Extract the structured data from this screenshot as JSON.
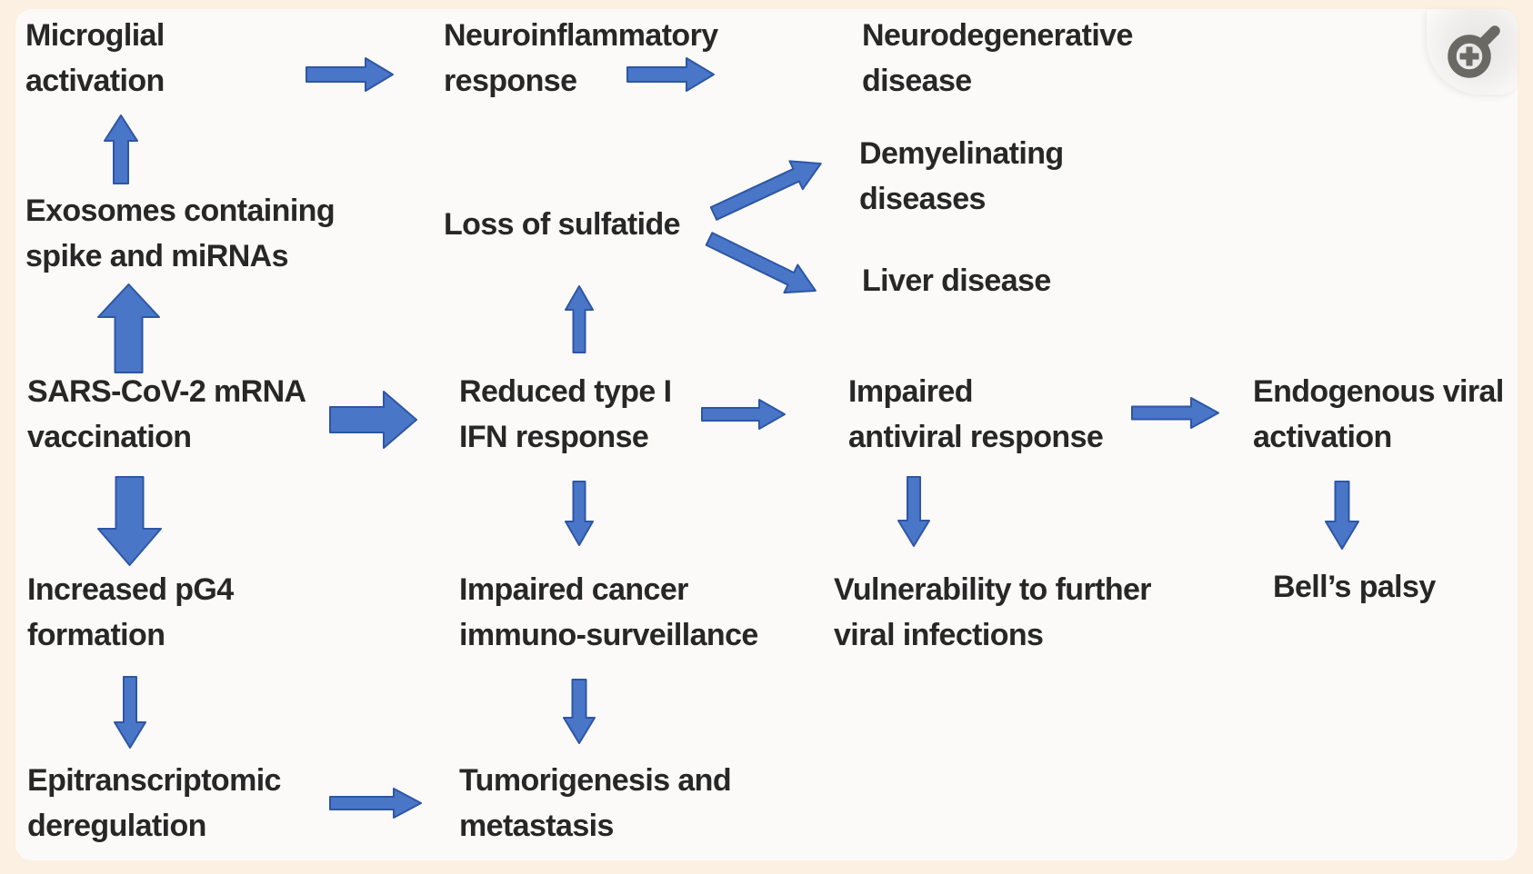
{
  "figure": {
    "background_color": "#fcf0e2",
    "canvas_color": "#fbfaf8",
    "arrow_fill": "#4a76c8",
    "arrow_stroke": "#2d56a5",
    "text_color": "#272727",
    "zoom_icon_color": "#6a6964"
  },
  "controls": {
    "zoom_button": {
      "icon": "magnifier-plus"
    }
  },
  "nodes": [
    {
      "id": "microglial",
      "label": "Microglial\nactivation"
    },
    {
      "id": "neuroinflammatory",
      "label": "Neuroinflammatory\nresponse"
    },
    {
      "id": "neurodegenerative",
      "label": "Neurodegenerative\ndisease"
    },
    {
      "id": "exosomes",
      "label": "Exosomes containing\nspike and miRNAs"
    },
    {
      "id": "loss-sulfatide",
      "label": "Loss of sulfatide"
    },
    {
      "id": "demyelinating",
      "label": "Demyelinating\ndiseases"
    },
    {
      "id": "liver",
      "label": "Liver disease"
    },
    {
      "id": "sars",
      "label": "SARS-CoV-2 mRNA\nvaccination"
    },
    {
      "id": "reduced-ifn",
      "label": "Reduced type I\nIFN response"
    },
    {
      "id": "impaired-antiviral",
      "label": "Impaired\nantiviral response"
    },
    {
      "id": "endogenous-viral",
      "label": "Endogenous viral\nactivation"
    },
    {
      "id": "increased-pg4",
      "label": "Increased pG4\nformation"
    },
    {
      "id": "impaired-cancer",
      "label": "Impaired cancer\nimmuno-surveillance"
    },
    {
      "id": "vulnerability",
      "label": "Vulnerability to further\nviral infections"
    },
    {
      "id": "bells-palsy",
      "label": "Bell’s palsy"
    },
    {
      "id": "epitranscriptomic",
      "label": "Epitranscriptomic\nderegulation"
    },
    {
      "id": "tumorigenesis",
      "label": "Tumorigenesis and\nmetastasis"
    }
  ],
  "edges": [
    {
      "from": "microglial",
      "to": "neuroinflammatory"
    },
    {
      "from": "neuroinflammatory",
      "to": "neurodegenerative"
    },
    {
      "from": "exosomes",
      "to": "microglial"
    },
    {
      "from": "sars",
      "to": "exosomes"
    },
    {
      "from": "sars",
      "to": "reduced-ifn"
    },
    {
      "from": "sars",
      "to": "increased-pg4"
    },
    {
      "from": "reduced-ifn",
      "to": "loss-sulfatide"
    },
    {
      "from": "loss-sulfatide",
      "to": "demyelinating"
    },
    {
      "from": "loss-sulfatide",
      "to": "liver"
    },
    {
      "from": "reduced-ifn",
      "to": "impaired-antiviral"
    },
    {
      "from": "reduced-ifn",
      "to": "impaired-cancer"
    },
    {
      "from": "impaired-antiviral",
      "to": "endogenous-viral"
    },
    {
      "from": "impaired-antiviral",
      "to": "vulnerability"
    },
    {
      "from": "endogenous-viral",
      "to": "bells-palsy"
    },
    {
      "from": "increased-pg4",
      "to": "epitranscriptomic"
    },
    {
      "from": "impaired-cancer",
      "to": "tumorigenesis"
    },
    {
      "from": "epitranscriptomic",
      "to": "tumorigenesis"
    }
  ]
}
